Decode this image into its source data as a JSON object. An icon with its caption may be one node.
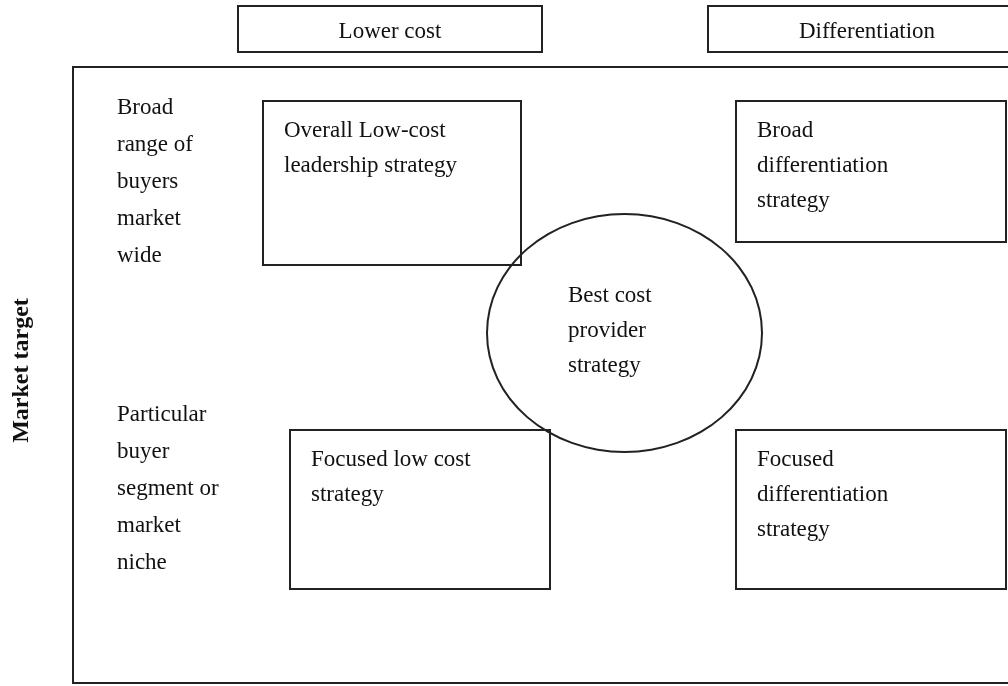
{
  "diagram": {
    "nodes": [
      {
        "text": [
          "Lower cost"
        ]
      },
      {
        "text": [
          "Differentiation"
        ]
      },
      {
        "text": [],
        "shape": "box"
      },
      {
        "text": [
          "Overall Low-cost leadership strategy"
        ],
        "in": 2
      },
      {
        "text": [
          "Broad differentiation strategy"
        ],
        "in": 2
      },
      {
        "text": [
          "Best cost provider strategy"
        ],
        "in": 2
      },
      {
        "text": [
          "Focused low cost strategy"
        ],
        "in": 2
      },
      {
        "text": [
          "Focused differentiation strategy"
        ],
        "in": 2
      }
    ],
    "edges": [],
    "labels": [
      "Market target",
      "Broad range of buyers market wide",
      "Particular buyer segment or market niche"
    ]
  }
}
